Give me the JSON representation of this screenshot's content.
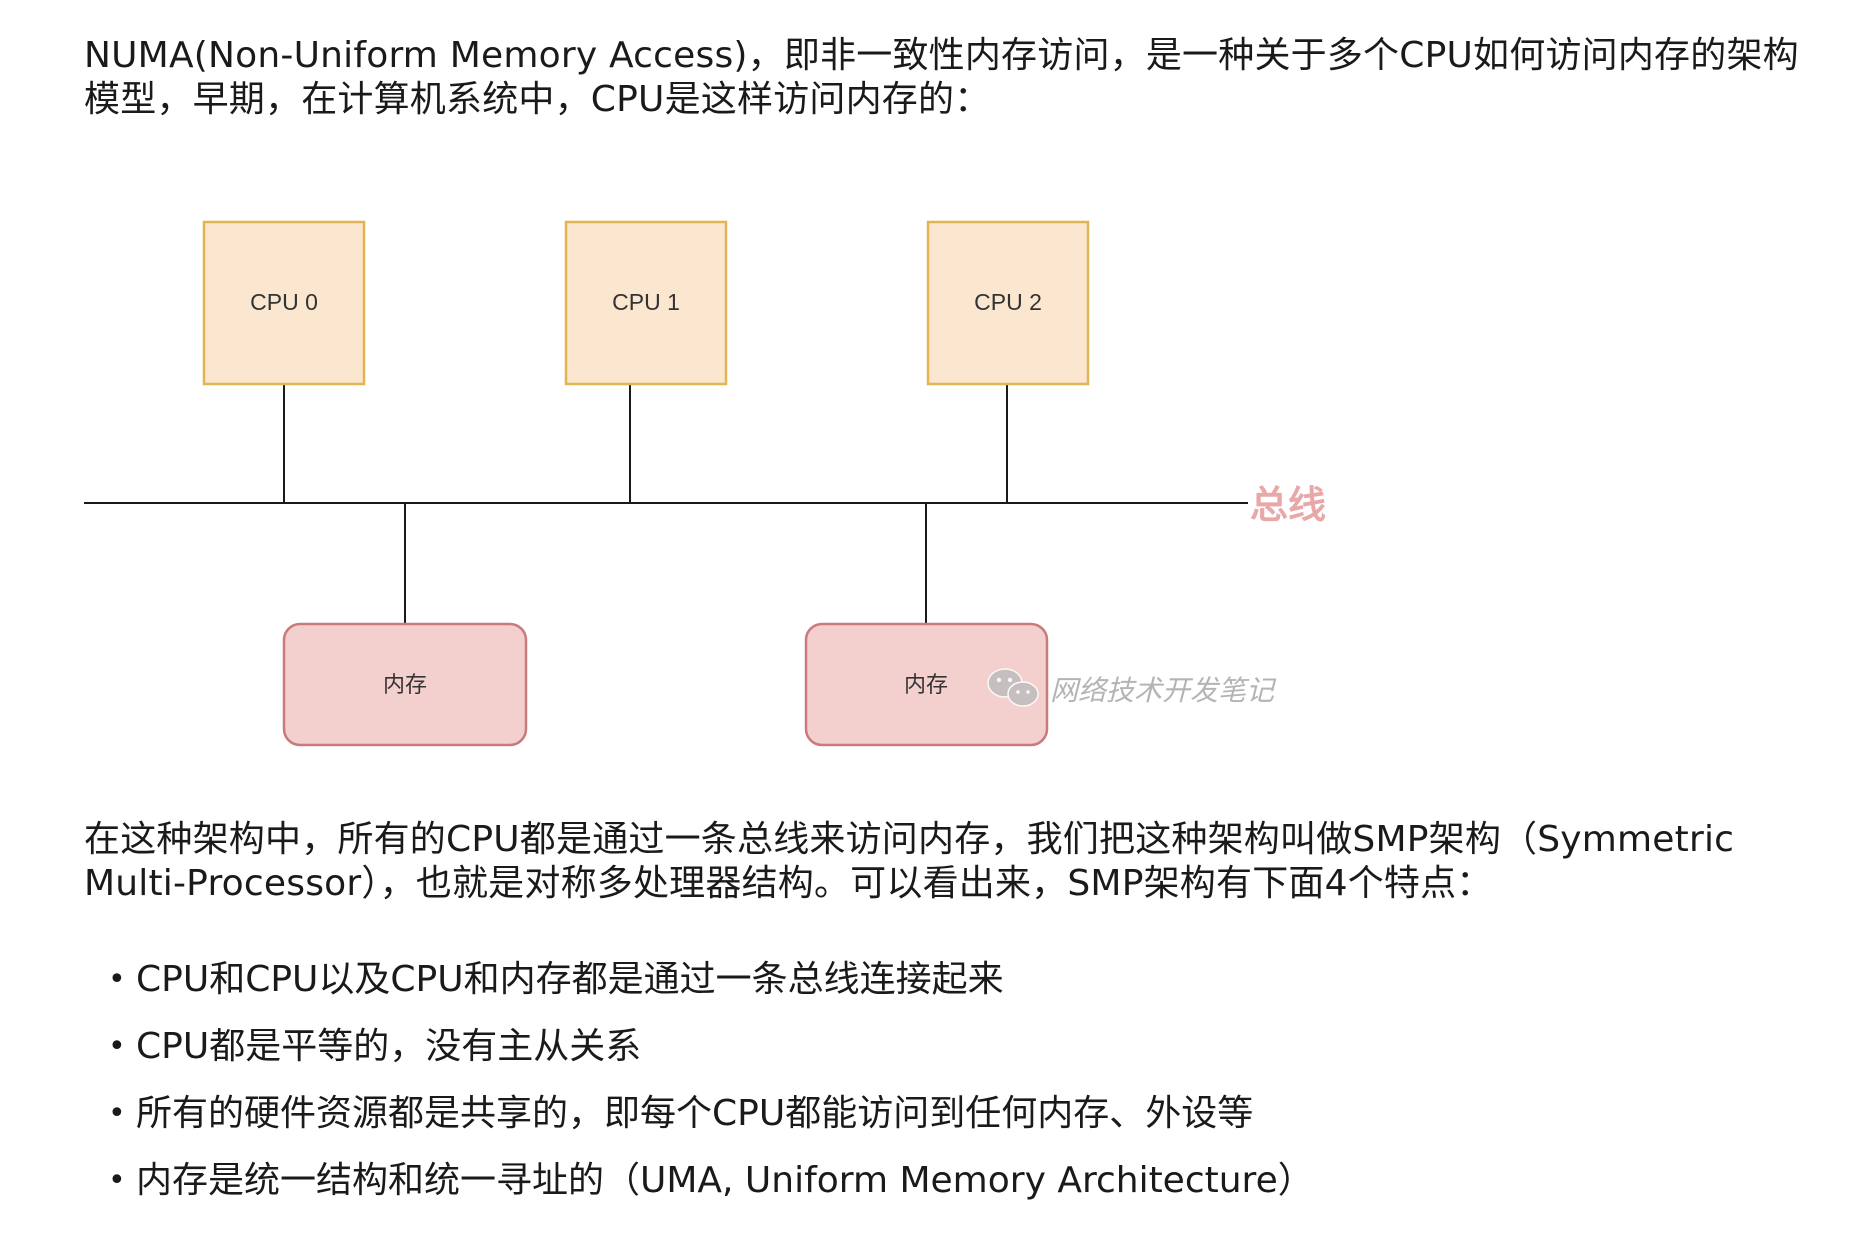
{
  "intro": {
    "text": "NUMA(Non-Uniform Memory Access)，即非一致性内存访问，是一种关于多个CPU如何访问内存的架构模型，早期，在计算机系统中，CPU是这样访问内存的："
  },
  "diagram": {
    "cpus": [
      {
        "label": "CPU 0"
      },
      {
        "label": "CPU 1"
      },
      {
        "label": "CPU 2"
      }
    ],
    "memories": [
      {
        "label": "内存"
      },
      {
        "label": "内存"
      }
    ],
    "bus_label": "总线",
    "watermark": "网络技术开发笔记",
    "colors": {
      "cpu_fill": "#fbe6cf",
      "cpu_border": "#e2b552",
      "mem_fill": "#f3cfcd",
      "mem_border": "#c97b7b",
      "line": "#1a1a1a",
      "bus_label": "#e8a8a8",
      "watermark": "#a7a7a7"
    }
  },
  "smp_paragraph": {
    "text": "在这种架构中，所有的CPU都是通过一条总线来访问内存，我们把这种架构叫做SMP架构（Symmetric Multi-Processor），也就是对称多处理器结构。可以看出来，SMP架构有下面4个特点："
  },
  "features": [
    "CPU和CPU以及CPU和内存都是通过一条总线连接起来",
    "CPU都是平等的，没有主从关系",
    "所有的硬件资源都是共享的，即每个CPU都能访问到任何内存、外设等",
    "内存是统一结构和统一寻址的（UMA, Uniform Memory Architecture）"
  ],
  "bullet_symbol": "•"
}
